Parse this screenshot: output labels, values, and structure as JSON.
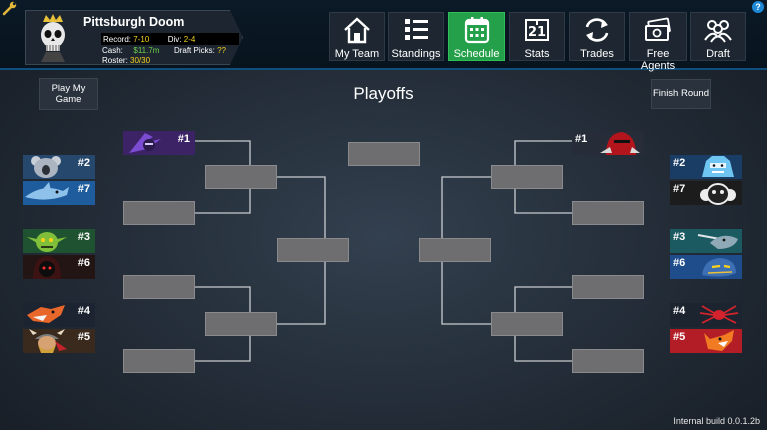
{
  "header": {
    "team_name": "Pittsburgh Doom",
    "record_label": "Record:",
    "record_value": "7-10",
    "div_label": "Div:",
    "div_value": "2-4",
    "cash_label": "Cash:",
    "cash_value": "$11.7m",
    "draft_label": "Draft Picks:",
    "draft_value": "??",
    "roster_label": "Roster:",
    "roster_value": "30/30"
  },
  "nav": [
    {
      "label": "My Team",
      "icon": "house-icon",
      "active": false
    },
    {
      "label": "Standings",
      "icon": "list-icon",
      "active": false
    },
    {
      "label": "Schedule",
      "icon": "calendar-icon",
      "active": true
    },
    {
      "label": "Stats",
      "icon": "stats-icon",
      "active": false
    },
    {
      "label": "Trades",
      "icon": "trade-arrows-icon",
      "active": false
    },
    {
      "label": "Free Agents",
      "icon": "money-icon",
      "active": false
    },
    {
      "label": "Draft",
      "icon": "group-icon",
      "active": false
    }
  ],
  "actions": {
    "play_line1": "Play My",
    "play_line2": "Game",
    "finish": "Finish Round"
  },
  "title": "Playoffs",
  "seeds": {
    "left_top": "#1",
    "left_a_top": "#2",
    "left_a_bot": "#7",
    "left_b_top": "#3",
    "left_b_bot": "#6",
    "left_c_top": "#4",
    "left_c_bot": "#5",
    "right_top": "#1",
    "right_a_top": "#2",
    "right_a_bot": "#7",
    "right_b_top": "#3",
    "right_b_bot": "#6",
    "right_c_top": "#4",
    "right_c_bot": "#5"
  },
  "colors": {
    "active_nav": "#24a04a",
    "accent": "#0e4f7e",
    "record_value": "#f2d21c",
    "cash_value": "#6fd04c"
  },
  "build": "Internal build 0.0.1.2b"
}
